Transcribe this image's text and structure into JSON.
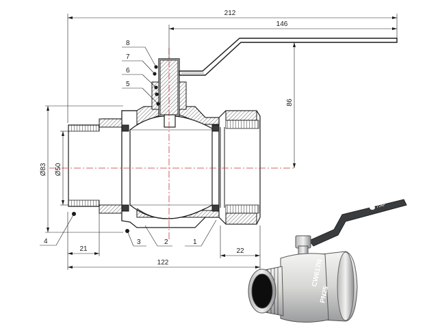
{
  "dimensions": {
    "overall_length": "212",
    "handle_length": "146",
    "handle_height": "86",
    "outer_diameter": "Ø83",
    "bore_diameter": "Ø50",
    "male_thread_length": "21",
    "female_thread_length": "22",
    "body_length": "122"
  },
  "callouts": [
    "8",
    "7",
    "6",
    "5",
    "4",
    "3",
    "2",
    "1"
  ],
  "product_markings": {
    "material": "CW617N",
    "pressure_rating": "PN25",
    "handle_logo": "ITAP"
  },
  "colors": {
    "line": "#1a1a1a",
    "centerline": "#c0392b",
    "handle": "#3a3d40",
    "brass_light": "#e9e9e6",
    "brass_dark": "#8c8f92"
  }
}
